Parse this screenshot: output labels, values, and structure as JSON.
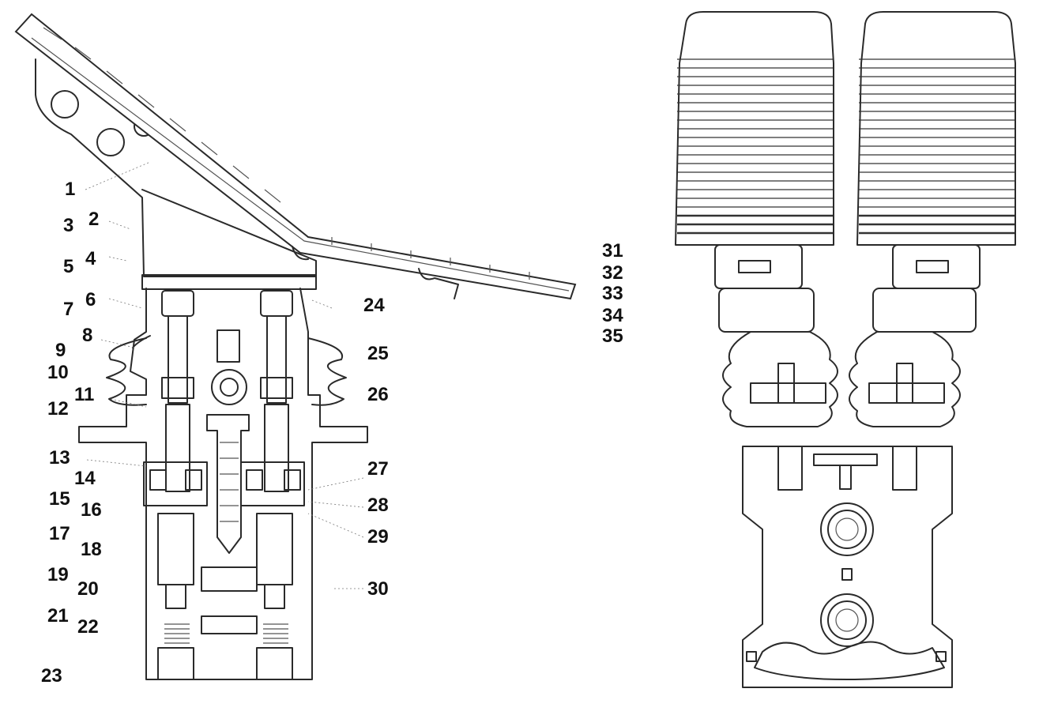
{
  "labels": [
    {
      "text": "1"
    },
    {
      "text": "2"
    },
    {
      "text": "3"
    },
    {
      "text": "4"
    },
    {
      "text": "5"
    },
    {
      "text": "6"
    },
    {
      "text": "7"
    },
    {
      "text": "8"
    },
    {
      "text": "9"
    },
    {
      "text": "10"
    },
    {
      "text": "11"
    },
    {
      "text": "12"
    },
    {
      "text": "13"
    },
    {
      "text": "14"
    },
    {
      "text": "15"
    },
    {
      "text": "16"
    },
    {
      "text": "17"
    },
    {
      "text": "18"
    },
    {
      "text": "19"
    },
    {
      "text": "20"
    },
    {
      "text": "21"
    },
    {
      "text": "22"
    },
    {
      "text": "23"
    },
    {
      "text": "24"
    },
    {
      "text": "25"
    },
    {
      "text": "26"
    },
    {
      "text": "27"
    },
    {
      "text": "28"
    },
    {
      "text": "29"
    },
    {
      "text": "30"
    },
    {
      "text": "31"
    },
    {
      "text": "32"
    },
    {
      "text": "33"
    },
    {
      "text": "34"
    },
    {
      "text": "35"
    }
  ]
}
